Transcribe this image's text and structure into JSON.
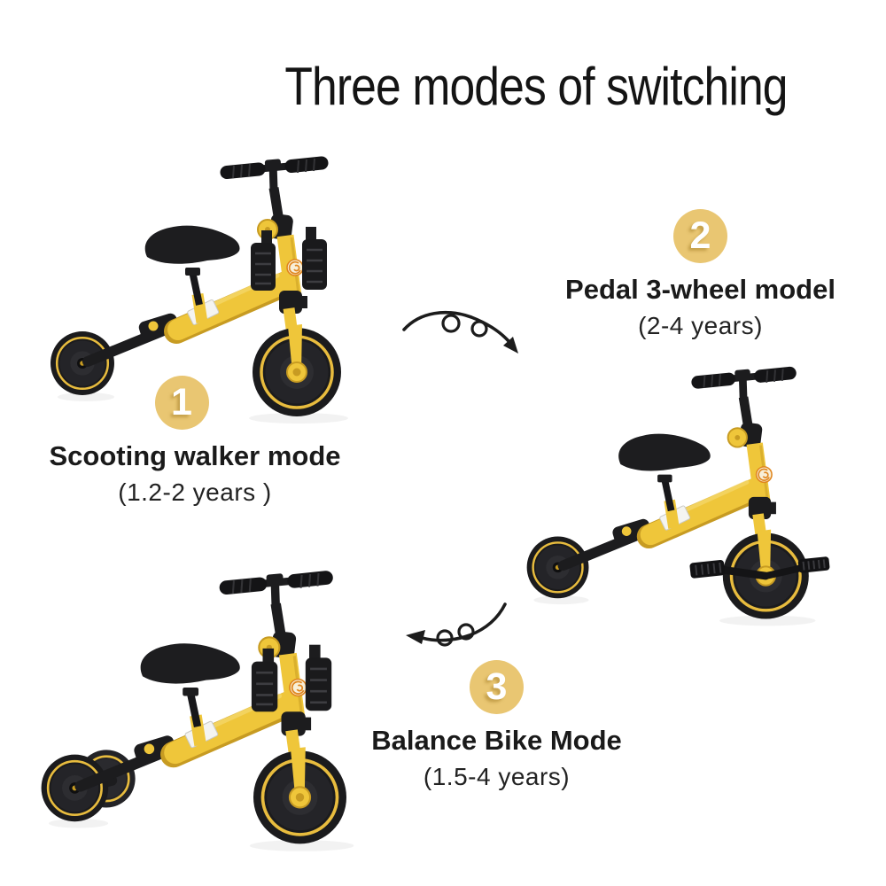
{
  "title": "Three modes of switching",
  "modes": [
    {
      "number": "1",
      "name": "Scooting walker mode",
      "age_range": "(1.2-2 years )"
    },
    {
      "number": "2",
      "name": "Pedal 3-wheel model",
      "age_range": "(2-4 years)"
    },
    {
      "number": "3",
      "name": "Balance Bike Mode",
      "age_range": "(1.5-4 years)"
    }
  ],
  "colors": {
    "background": "#ffffff",
    "title_text": "#141414",
    "mode_name_text": "#1a1a1a",
    "age_text": "#222222",
    "badge_fill": "#e9c672",
    "badge_number_text": "#ffffff",
    "arrow_stroke": "#1c1c1c",
    "bike_yellow": "#efc63a",
    "bike_yellow_dark": "#c79b22",
    "bike_highlight": "#f6da72",
    "bike_black": "#1c1c1e",
    "wheel_ring_yellow": "#e8bc3e",
    "logo_orange": "#e0861f",
    "sticker_white": "#f4f4f1"
  },
  "illustrations": [
    {
      "name": "trike-mode-1-scooting-walker",
      "pedals": "folded",
      "double_rear_wheel": false
    },
    {
      "name": "trike-mode-2-pedal-3-wheel",
      "pedals": "deployed",
      "double_rear_wheel": false
    },
    {
      "name": "trike-mode-3-balance-bike",
      "pedals": "folded",
      "double_rear_wheel": true
    }
  ],
  "icons": [
    {
      "name": "curly-arrow-mode1-to-mode2-icon",
      "direction": "down-right"
    },
    {
      "name": "curly-arrow-mode2-to-mode3-icon",
      "direction": "down-left"
    }
  ]
}
